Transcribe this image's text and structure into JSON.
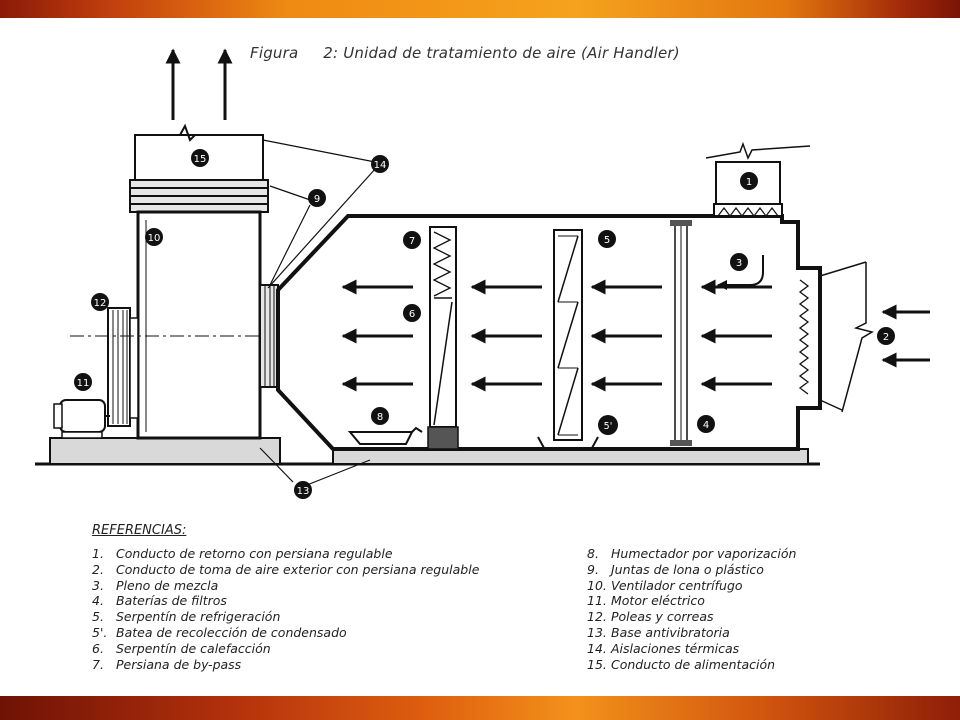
{
  "title": "Figura     2: Unidad de tratamiento de aire (Air Handler)",
  "references_heading": "REFERENCIAS:",
  "references_left": [
    {
      "num": "1.",
      "text": "Conducto de retorno con persiana regulable"
    },
    {
      "num": "2.",
      "text": "Conducto de toma de aire exterior con persiana regulable"
    },
    {
      "num": "3.",
      "text": "Pleno de mezcla"
    },
    {
      "num": "4.",
      "text": "Baterías de filtros"
    },
    {
      "num": "5.",
      "text": "Serpentín de refrigeración"
    },
    {
      "num": "5'.",
      "text": "Batea de recolección de condensado"
    },
    {
      "num": "6.",
      "text": "Serpentín de calefacción"
    },
    {
      "num": "7.",
      "text": "Persiana de by-pass"
    }
  ],
  "references_right": [
    {
      "num": "8.",
      "text": "Humectador por vaporización"
    },
    {
      "num": "9.",
      "text": "Juntas de lona o plástico"
    },
    {
      "num": "10.",
      "text": "Ventilador centrífugo"
    },
    {
      "num": "11.",
      "text": "Motor eléctrico"
    },
    {
      "num": "12.",
      "text": "Poleas y correas"
    },
    {
      "num": "13.",
      "text": "Base antivibratoria"
    },
    {
      "num": "14.",
      "text": "Aislaciones térmicas"
    },
    {
      "num": "15.",
      "text": "Conducto de alimentación"
    }
  ],
  "labels": {
    "l1": "1",
    "l2": "2",
    "l3": "3",
    "l4": "4",
    "l5": "5",
    "l5p": "5'",
    "l6": "6",
    "l7": "7",
    "l8": "8",
    "l9": "9",
    "l10": "10",
    "l11": "11",
    "l12": "12",
    "l13": "13",
    "l14": "14",
    "l15": "15"
  },
  "colors": {
    "line": "#111111",
    "base_fill": "#d9d9d9",
    "accent": "#e8820f"
  }
}
